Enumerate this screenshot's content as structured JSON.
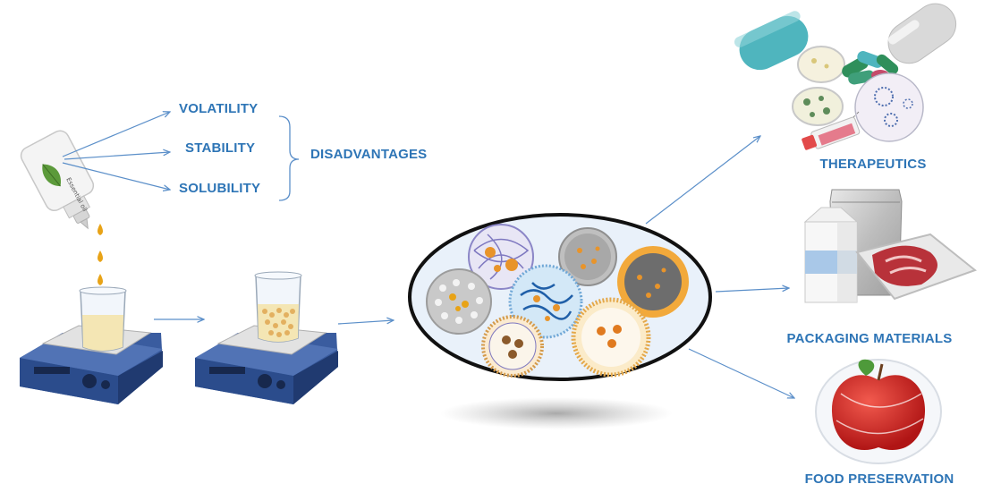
{
  "labels": {
    "volatility": "VOLATILITY",
    "stability": "STABILITY",
    "solubility": "SOLUBILITY",
    "disadvantages": "DISADVANTAGES",
    "therapeutics": "THERAPEUTICS",
    "packaging": "PACKAGING MATERIALS",
    "food": "FOOD PRESERVATION",
    "bottle_text": "Essential oil"
  },
  "colors": {
    "label_text": "#2E75B6",
    "arrow": "#5B8FC9",
    "stirrer_body": "#2F4F8F",
    "oil": "#E8A317",
    "plate_outline": "#111111",
    "plate_fill": "#E9F1FA",
    "apple": "#D92B2B",
    "capsule_teal": "#4FB5BE",
    "capsule_grey": "#D9D9D9"
  },
  "icons": [
    "essential-oil-bottle-icon",
    "oil-drop-icon",
    "magnetic-stirrer-icon",
    "beaker-icon",
    "nanoparticle-icon",
    "capsule-icon",
    "petri-dish-icon",
    "pills-icon",
    "virus-icon",
    "flask-icon",
    "milk-carton-icon",
    "foil-pouch-icon",
    "meat-tray-icon",
    "apple-icon"
  ]
}
